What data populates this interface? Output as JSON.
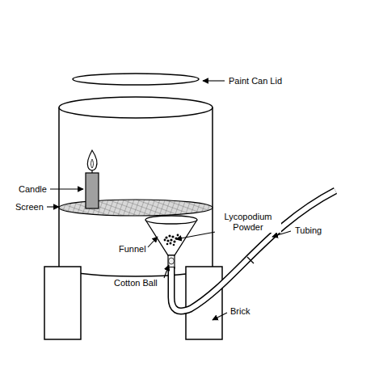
{
  "diagram": {
    "labels": [
      "Paint Can Lid",
      "Candle",
      "Screen",
      "Lycopodium Powder",
      "Tubing",
      "Funnel",
      "Cotton Ball",
      "Brick"
    ]
  }
}
